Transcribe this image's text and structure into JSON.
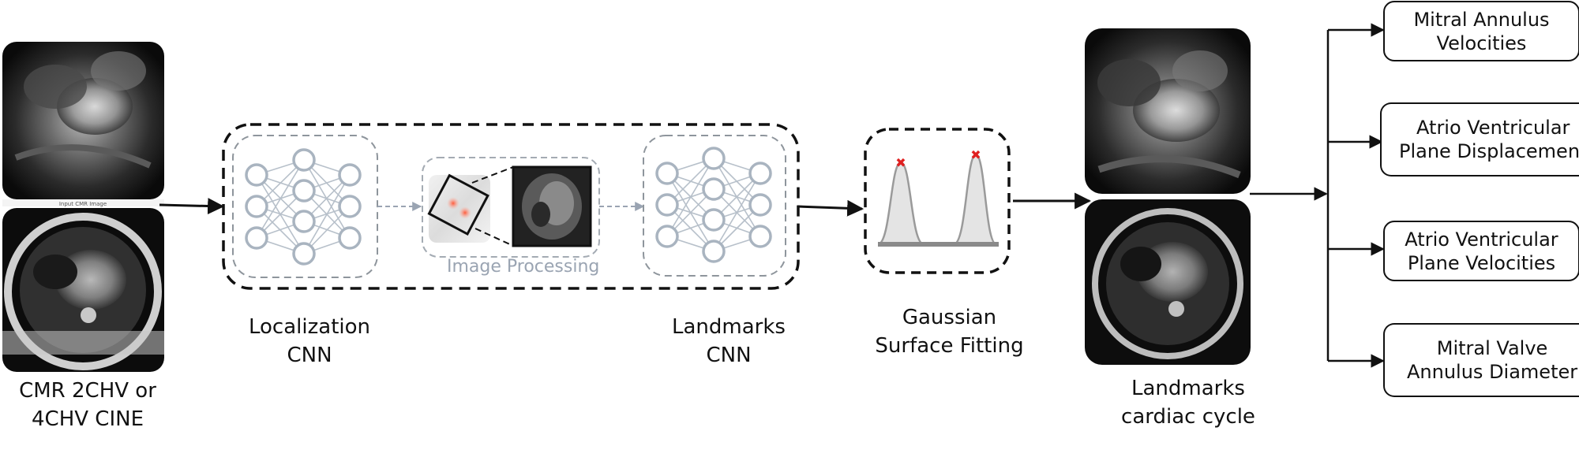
{
  "input": {
    "caption_line1": "CMR 2CHV or",
    "caption_line2": "4CHV CINE",
    "tiny_label": "Input CMR Image"
  },
  "pipeline": {
    "localization_line1": "Localization",
    "localization_line2": "CNN",
    "image_processing": "Image Processing",
    "landmarks_line1": "Landmarks",
    "landmarks_line2": "CNN"
  },
  "gaussian": {
    "line1": "Gaussian",
    "line2": "Surface Fitting"
  },
  "result": {
    "line1": "Landmarks",
    "line2": "cardiac cycle"
  },
  "outputs": [
    {
      "line1": "Mitral Annulus",
      "line2": "Velocities"
    },
    {
      "line1": "Atrio Ventricular",
      "line2": "Plane Displacement"
    },
    {
      "line1": "Atrio Ventricular",
      "line2": "Plane Velocities"
    },
    {
      "line1": "Mitral Valve",
      "line2": "Annulus Diameter"
    }
  ],
  "colors": {
    "nn_node": "#a9b4c0",
    "dashed_gray": "#8e959c",
    "landmark_red": "#e02020"
  }
}
